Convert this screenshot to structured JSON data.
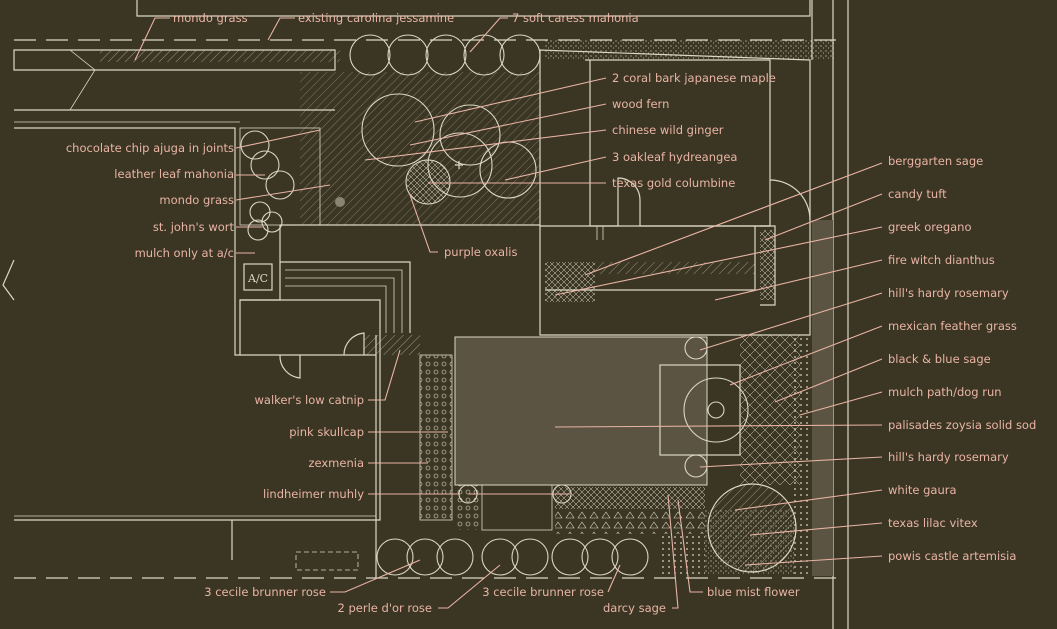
{
  "labels": {
    "mondo_grass_top": "mondo grass",
    "carolina_jessamine": "existing carolina jessamine",
    "soft_caress_mahonia": "7 soft caress mahonia",
    "coral_bark_maple": "2 coral bark japanese maple",
    "wood_fern": "wood fern",
    "chinese_wild_ginger": "chinese wild ginger",
    "oakleaf_hydrangea": "3 oakleaf hydreangea",
    "texas_gold_columbine": "texas gold columbine",
    "chocolate_chip_ajuga": "chocolate chip ajuga in joints",
    "leather_leaf_mahonia": "leather leaf mahonia",
    "mondo_grass_left": "mondo grass",
    "st_johns_wort": "st. john's wort",
    "mulch_ac": "mulch only at a/c",
    "purple_oxalis": "purple oxalis",
    "berggarten_sage": "berggarten sage",
    "candy_tuft": "candy tuft",
    "greek_oregano": "greek oregano",
    "fire_witch_dianthus": "fire witch dianthus",
    "hills_rosemary_1": "hill's hardy rosemary",
    "mexican_feather_grass": "mexican feather grass",
    "black_blue_sage": "black & blue sage",
    "mulch_path": "mulch path/dog run",
    "zoysia_sod": "palisades zoysia solid sod",
    "hills_rosemary_2": "hill's hardy rosemary",
    "white_gaura": "white gaura",
    "texas_lilac_vitex": "texas lilac vitex",
    "powis_castle": "powis castle artemisia",
    "walkers_catnip": "walker's low catnip",
    "pink_skullcap": "pink skullcap",
    "zexmenia": "zexmenia",
    "lindheimer_muhly": "lindheimer muhly",
    "cecile_rose_1": "3 cecile brunner rose",
    "perle_rose": "2 perle d'or rose",
    "cecile_rose_2": "3 cecile brunner rose",
    "darcy_sage": "darcy sage",
    "blue_mist_flower": "blue mist flower",
    "ac_unit": "A/C"
  },
  "colors": {
    "background": "#3b3523",
    "linework": "#dcd6c4",
    "labels": "#e9b4a4",
    "lawn": "#5c5442"
  }
}
